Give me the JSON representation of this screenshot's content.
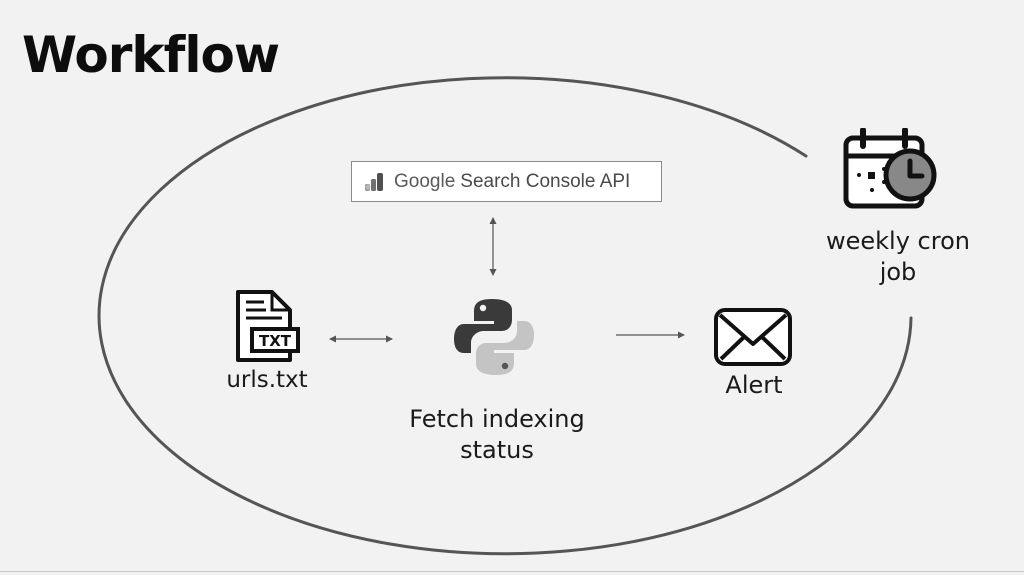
{
  "slide": {
    "title": "Workflow"
  },
  "nodes": {
    "gsc_api": {
      "brand": "Google",
      "name": "Search Console API",
      "icon": "search-console-logo-icon"
    },
    "urls_file": {
      "label": "urls.txt",
      "icon_text": "TXT",
      "icon": "txt-file-icon"
    },
    "python": {
      "label_line1": "Fetch indexing",
      "label_line2": "status",
      "icon": "python-logo-icon"
    },
    "alert": {
      "label": "Alert",
      "icon": "envelope-icon"
    },
    "cron": {
      "label_line1": "weekly cron",
      "label_line2": "job",
      "icon": "calendar-clock-icon"
    }
  },
  "edges": [
    {
      "from": "urls_file",
      "to": "python",
      "direction": "both"
    },
    {
      "from": "gsc_api",
      "to": "python",
      "direction": "both"
    },
    {
      "from": "python",
      "to": "alert",
      "direction": "forward"
    }
  ],
  "colors": {
    "background": "#f2f2f2",
    "stroke": "#555555",
    "icon": "#1a1a1a"
  }
}
